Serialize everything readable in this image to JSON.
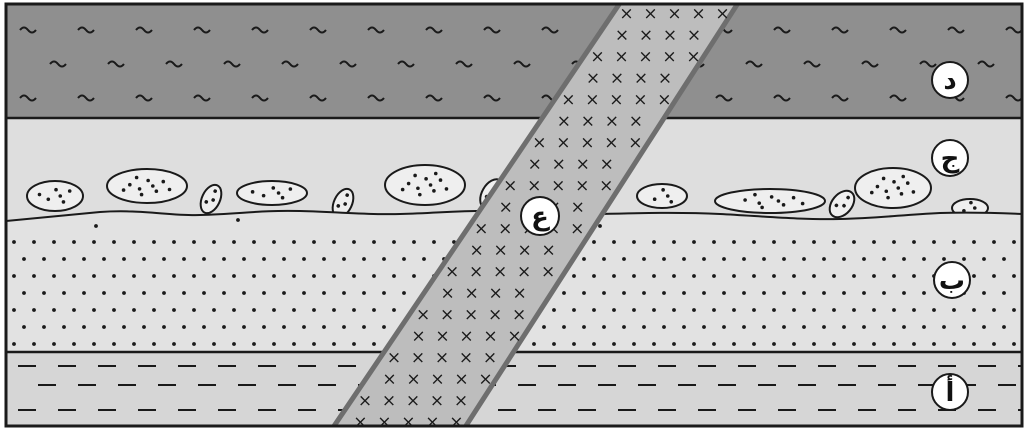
{
  "diagram": {
    "layers": [
      {
        "id": "layer-a",
        "label": "أ",
        "pattern": "dashes"
      },
      {
        "id": "layer-b",
        "label": "ب",
        "pattern": "dots"
      },
      {
        "id": "layer-c",
        "label": "ج",
        "pattern": "conglomerate-pebbles"
      },
      {
        "id": "layer-d",
        "label": "د",
        "pattern": "tilde-marks"
      }
    ],
    "intrusion": {
      "id": "dike",
      "label": "ع",
      "pattern": "x-marks"
    }
  },
  "colors": {
    "background": "#ffffff",
    "outline": "#1a1a1a",
    "layer_a_fill": "#d6d6d6",
    "layer_b_fill": "#e2e2e2",
    "layer_c_fill": "#dedede",
    "layer_d_fill": "#8f8f8f",
    "dike_fill": "#bdbdbd",
    "dike_edge": "#6e6e6e",
    "pebble_fill": "#efefef",
    "label_circle_fill": "#ffffff"
  }
}
